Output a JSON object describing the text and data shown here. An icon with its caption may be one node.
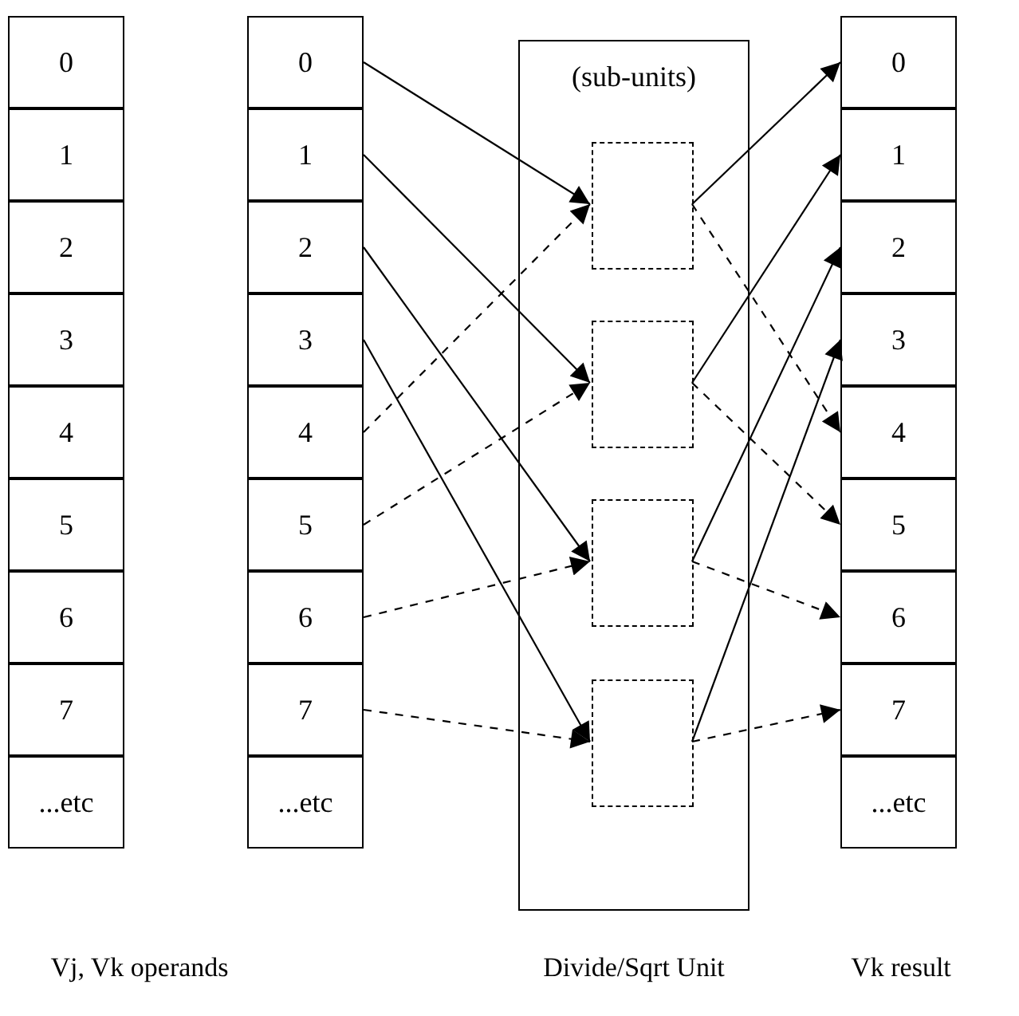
{
  "diagram": {
    "nodes": [
      {
        "text": [
          "0"
        ]
      },
      {
        "text": [
          "1"
        ]
      },
      {
        "text": [
          "2"
        ]
      },
      {
        "text": [
          "3"
        ]
      },
      {
        "text": [
          "4"
        ]
      },
      {
        "text": [
          "5"
        ]
      },
      {
        "text": [
          "6"
        ]
      },
      {
        "text": [
          "7"
        ]
      },
      {
        "text": [
          "...etc"
        ]
      },
      {
        "text": [
          "0"
        ]
      },
      {
        "text": [
          "1"
        ]
      },
      {
        "text": [
          "2"
        ]
      },
      {
        "text": [
          "3"
        ]
      },
      {
        "text": [
          "4"
        ]
      },
      {
        "text": [
          "5"
        ]
      },
      {
        "text": [
          "6"
        ]
      },
      {
        "text": [
          "7"
        ]
      },
      {
        "text": [
          "...etc"
        ]
      },
      {
        "text": [
          "(sub-units)"
        ],
        "beside": [
          "Divide/Sqrt Unit"
        ]
      },
      {
        "text": [],
        "shape": "box",
        "in": 18
      },
      {
        "text": [],
        "shape": "box",
        "in": 18
      },
      {
        "text": [],
        "shape": "box",
        "in": 18
      },
      {
        "text": [],
        "shape": "box",
        "in": 18
      },
      {
        "text": [
          "0"
        ]
      },
      {
        "text": [
          "1"
        ]
      },
      {
        "text": [
          "2"
        ]
      },
      {
        "text": [
          "3"
        ]
      },
      {
        "text": [
          "4"
        ]
      },
      {
        "text": [
          "5"
        ]
      },
      {
        "text": [
          "6"
        ]
      },
      {
        "text": [
          "7"
        ]
      },
      {
        "text": [
          "...etc"
        ]
      }
    ],
    "edges": [
      {
        "from": 9,
        "to": 19,
        "arrow": "to"
      },
      {
        "from": 10,
        "to": 20,
        "arrow": "to"
      },
      {
        "from": 11,
        "to": 21,
        "arrow": "to"
      },
      {
        "from": 12,
        "to": 22,
        "arrow": "to"
      },
      {
        "from": 13,
        "to": 19,
        "arrow": "to",
        "style": "dashed"
      },
      {
        "from": 14,
        "to": 20,
        "arrow": "to",
        "style": "dashed"
      },
      {
        "from": 15,
        "to": 21,
        "arrow": "to",
        "style": "dashed"
      },
      {
        "from": 16,
        "to": 22,
        "arrow": "to",
        "style": "dashed"
      },
      {
        "from": 19,
        "to": 23,
        "arrow": "to"
      },
      {
        "from": 19,
        "to": 27,
        "arrow": "to",
        "style": "dashed"
      },
      {
        "from": 20,
        "to": 24,
        "arrow": "to"
      },
      {
        "from": 20,
        "to": 28,
        "arrow": "to",
        "style": "dashed"
      },
      {
        "from": 21,
        "to": 25,
        "arrow": "to"
      },
      {
        "from": 21,
        "to": 29,
        "arrow": "to",
        "style": "dashed"
      },
      {
        "from": 22,
        "to": 26,
        "arrow": "to"
      },
      {
        "from": 22,
        "to": 30,
        "arrow": "to",
        "style": "dashed"
      }
    ],
    "labels": [
      "Vj, Vk operands",
      "Vk result"
    ]
  }
}
